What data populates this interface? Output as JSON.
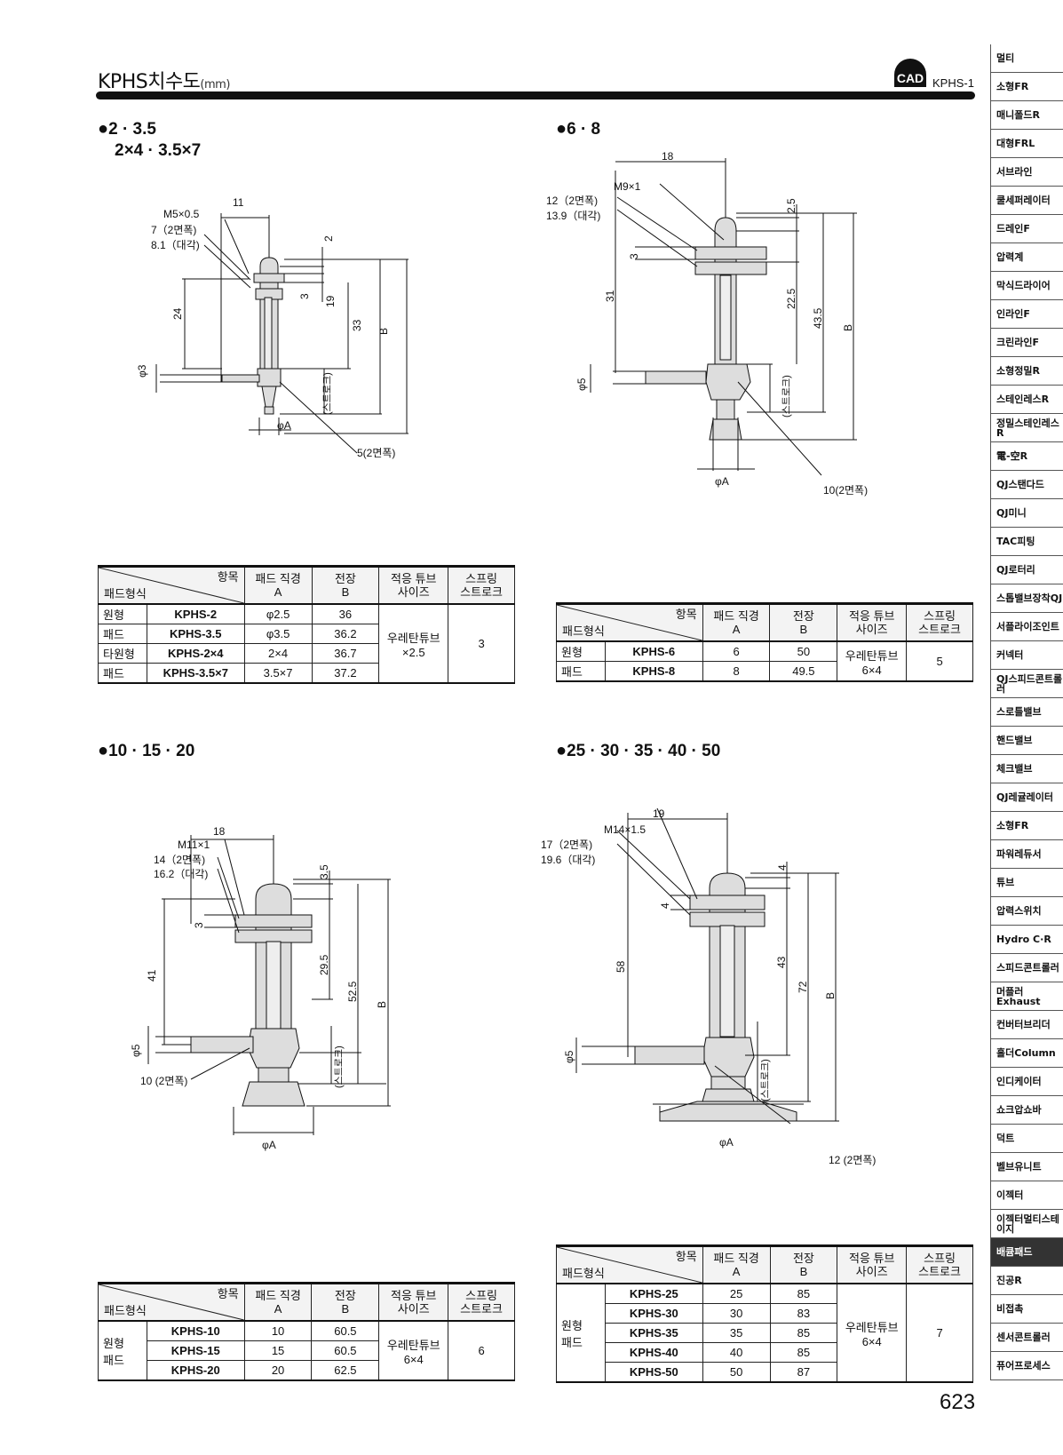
{
  "header": {
    "title": "KPHS치수도",
    "unit": "(mm)",
    "cad_label": "CAD",
    "page_code": "KPHS-1"
  },
  "sections": {
    "s1": {
      "line1": "2 · 3.5",
      "line2": "2×4 · 3.5×7"
    },
    "s2": {
      "line1": "6 · 8"
    },
    "s3": {
      "line1": "10 · 15 · 20"
    },
    "s4": {
      "line1": "25 · 30 · 35 · 40 · 50"
    }
  },
  "diagram1": {
    "d11": "11",
    "thread": "M5×0.5",
    "flats": "7（2면폭)",
    "diag": "8.1（대각)",
    "d2": "2",
    "d3": "3",
    "d19": "19",
    "d33": "33",
    "dB": "B",
    "d24": "24",
    "phi3": "φ3",
    "stroke": "(스트로크)",
    "phiA": "φA",
    "hex": "5(2면폭)"
  },
  "diagram2": {
    "d18": "18",
    "thread": "M9×1",
    "flats": "12（2면폭)",
    "diag": "13.9（대각)",
    "d25": "2.5",
    "d3": "3",
    "d31": "31",
    "d225": "22.5",
    "d435": "43.5",
    "dB": "B",
    "phi5": "φ5",
    "stroke": "(스트로크)",
    "phiA": "φA",
    "hex": "10(2면폭)"
  },
  "diagram3": {
    "d18": "18",
    "thread": "M11×1",
    "flats": "14（2면폭)",
    "diag": "16.2（대각)",
    "d35": "3.5",
    "d3": "3",
    "d41": "41",
    "d295": "29.5",
    "d525": "52.5",
    "dB": "B",
    "phi5": "φ5",
    "stroke": "(스트로크)",
    "phiA": "φA",
    "hex": "10 (2면폭)"
  },
  "diagram4": {
    "d19": "19",
    "thread": "M14×1.5",
    "flats": "17（2면폭)",
    "diag": "19.6（대각)",
    "d4a": "4",
    "d4b": "4",
    "d58": "58",
    "d43": "43",
    "d72": "72",
    "dB": "B",
    "phi5": "φ5",
    "stroke": "(스트로크)",
    "phiA": "φA",
    "hex": "12 (2면폭)"
  },
  "table_headers": {
    "item": "항목",
    "type": "패드형식",
    "dia1": "패드 직경",
    "dia2": "A",
    "len1": "전장",
    "len2": "B",
    "tube1": "적응 튜브",
    "tube2": "사이즈",
    "spring1": "스프링",
    "spring2": "스트로크"
  },
  "table1": {
    "g1a": "원형",
    "g1b": "패드",
    "g2a": "타원형",
    "g2b": "패드",
    "rows": [
      {
        "model": "KPHS-2",
        "a": "φ2.5",
        "b": "36"
      },
      {
        "model": "KPHS-3.5",
        "a": "φ3.5",
        "b": "36.2"
      },
      {
        "model": "KPHS-2×4",
        "a": "2×4",
        "b": "36.7"
      },
      {
        "model": "KPHS-3.5×7",
        "a": "3.5×7",
        "b": "37.2"
      }
    ],
    "tube_a": "우레탄튜브",
    "tube_b": "×2.5",
    "stroke": "3"
  },
  "table2": {
    "g1a": "원형",
    "g1b": "패드",
    "rows": [
      {
        "model": "KPHS-6",
        "a": "6",
        "b": "50"
      },
      {
        "model": "KPHS-8",
        "a": "8",
        "b": "49.5"
      }
    ],
    "tube_a": "우레탄튜브",
    "tube_b": "6×4",
    "stroke": "5"
  },
  "table3": {
    "g1a": "원형",
    "g1b": "패드",
    "rows": [
      {
        "model": "KPHS-10",
        "a": "10",
        "b": "60.5"
      },
      {
        "model": "KPHS-15",
        "a": "15",
        "b": "60.5"
      },
      {
        "model": "KPHS-20",
        "a": "20",
        "b": "62.5"
      }
    ],
    "tube_a": "우레탄튜브",
    "tube_b": "6×4",
    "stroke": "6"
  },
  "table4": {
    "g1a": "원형",
    "g1b": "패드",
    "rows": [
      {
        "model": "KPHS-25",
        "a": "25",
        "b": "85"
      },
      {
        "model": "KPHS-30",
        "a": "30",
        "b": "83"
      },
      {
        "model": "KPHS-35",
        "a": "35",
        "b": "85"
      },
      {
        "model": "KPHS-40",
        "a": "40",
        "b": "85"
      },
      {
        "model": "KPHS-50",
        "a": "50",
        "b": "87"
      }
    ],
    "tube_a": "우레탄튜브",
    "tube_b": "6×4",
    "stroke": "7"
  },
  "sidebar": {
    "items": [
      "멀티",
      "소형FR",
      "매니폴드R",
      "대형FRL",
      "서브라인",
      "쿨세퍼레이터",
      "드레인F",
      "압력계",
      "막식드라이어",
      "인라인F",
      "크린라인F",
      "소형정밀R",
      "스테인레스R",
      "정밀스테인레스R",
      "電-空R",
      "QJ스탠다드",
      "QJ미니",
      "TAC피팅",
      "QJ로터리",
      "스톱밸브장착QJ",
      "서플라이조인트",
      "커넥터",
      "QJ스피드콘트롤러",
      "스로틀밸브",
      "핸드밸브",
      "체크밸브",
      "QJ레귤레이터",
      "소형FR",
      "파워레듀서",
      "튜브",
      "압력스위치",
      "Hydro C·R",
      "스피드콘트롤러",
      "머플러Exhaust",
      "컨버터브리더",
      "홀더Column",
      "인디케이터",
      "쇼크압쇼바",
      "덕트",
      "벨브유니트",
      "이젝터",
      "이젝터멀티스테이지",
      "배큠패드",
      "진공R",
      "비접촉",
      "센서콘트롤러",
      "퓨어프로세스"
    ],
    "active_index": 42
  },
  "page_number": "623"
}
